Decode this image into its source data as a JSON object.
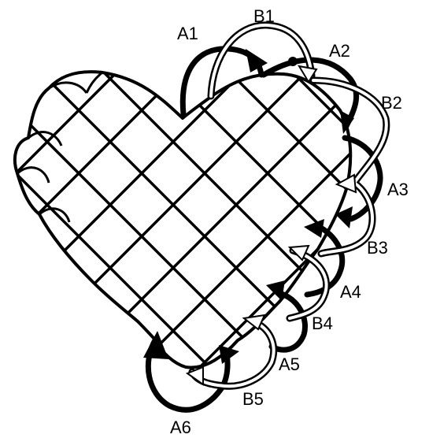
{
  "labels": {
    "a1": "A1",
    "b1": "B1",
    "a2": "A2",
    "b2": "B2",
    "a3": "A3",
    "b3": "B3",
    "a4": "A4",
    "b4": "B4",
    "a5": "A5",
    "b5": "B5",
    "a6": "A6"
  },
  "colors": {
    "ink": "#000000",
    "paper": "#ffffff"
  }
}
